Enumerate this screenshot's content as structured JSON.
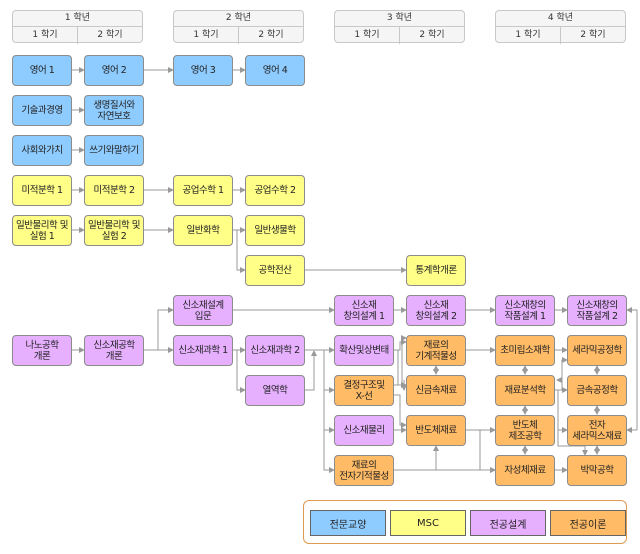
{
  "headers": [
    {
      "year": "1 학년",
      "semesters": [
        "1 학기",
        "2 학기"
      ]
    },
    {
      "year": "2 학년",
      "semesters": [
        "1 학기",
        "2 학기"
      ]
    },
    {
      "year": "3 학년",
      "semesters": [
        "1 학기",
        "2 학기"
      ]
    },
    {
      "year": "4 학년",
      "semesters": [
        "1 학기",
        "2 학기"
      ]
    }
  ],
  "colors": {
    "전문교양": "#8ecbff",
    "MSC": "#ffff88",
    "전공설계": "#e6b0ff",
    "전공이론": "#ffbb66",
    "connector": "#999999"
  },
  "courses": {
    "eng1": {
      "label": "영어 1",
      "category": "전문교양"
    },
    "eng2": {
      "label": "영어 2",
      "category": "전문교양"
    },
    "eng3": {
      "label": "영어 3",
      "category": "전문교양"
    },
    "eng4": {
      "label": "영어 4",
      "category": "전문교양"
    },
    "tech": {
      "label": "기술과경영",
      "category": "전문교양"
    },
    "life": {
      "label": "생명질서와\n자연보호",
      "category": "전문교양"
    },
    "soc": {
      "label": "사회와가치",
      "category": "전문교양"
    },
    "write": {
      "label": "쓰기와말하기",
      "category": "전문교양"
    },
    "calc1": {
      "label": "미적분학 1",
      "category": "MSC"
    },
    "calc2": {
      "label": "미적분학 2",
      "category": "MSC"
    },
    "engm1": {
      "label": "공업수학 1",
      "category": "MSC"
    },
    "engm2": {
      "label": "공업수학 2",
      "category": "MSC"
    },
    "phys1": {
      "label": "일반물리학 및\n실험 1",
      "category": "MSC"
    },
    "phys2": {
      "label": "일반물리학 및\n실험 2",
      "category": "MSC"
    },
    "chem": {
      "label": "일반화학",
      "category": "MSC"
    },
    "bio": {
      "label": "일반생물학",
      "category": "MSC"
    },
    "comp": {
      "label": "공학전산",
      "category": "MSC"
    },
    "stat": {
      "label": "통계학개론",
      "category": "MSC"
    },
    "nano": {
      "label": "나노공학\n개론",
      "category": "전공설계"
    },
    "nmintro": {
      "label": "신소재공학\n개론",
      "category": "전공설계"
    },
    "design_intro": {
      "label": "신소재설계\n입문",
      "category": "전공설계"
    },
    "nms1": {
      "label": "신소재과학 1",
      "category": "전공설계"
    },
    "nms2": {
      "label": "신소재과학 2",
      "category": "전공설계"
    },
    "thermo": {
      "label": "열역학",
      "category": "전공설계"
    },
    "creative1": {
      "label": "신소재\n창의설계 1",
      "category": "전공설계"
    },
    "creative2": {
      "label": "신소재\n창의설계 2",
      "category": "전공설계"
    },
    "capstone1": {
      "label": "신소재창의\n작품설계 1",
      "category": "전공설계"
    },
    "capstone2": {
      "label": "신소재창의\n작품설계 2",
      "category": "전공설계"
    },
    "diffusion": {
      "label": "확산및상변태",
      "category": "전공설계"
    },
    "crystal": {
      "label": "결정구조및\nX-선",
      "category": "전공이론"
    },
    "matphys": {
      "label": "신소재물리",
      "category": "전공설계"
    },
    "elecprop": {
      "label": "재료의\n전자기적물성",
      "category": "전공이론"
    },
    "mechprop": {
      "label": "재료의\n기계적물성",
      "category": "전공이론"
    },
    "metal": {
      "label": "신금속재료",
      "category": "전공이론"
    },
    "semimat": {
      "label": "반도체재료",
      "category": "전공이론"
    },
    "micro": {
      "label": "초미립소재학",
      "category": "전공이론"
    },
    "analysis": {
      "label": "재료분석학",
      "category": "전공이론"
    },
    "semifab": {
      "label": "반도체\n제조공학",
      "category": "전공이론"
    },
    "magnetic": {
      "label": "자성체재료",
      "category": "전공이론"
    },
    "ceramproc": {
      "label": "세라믹공정학",
      "category": "전공이론"
    },
    "metalproc": {
      "label": "금속공정학",
      "category": "전공이론"
    },
    "elecceram": {
      "label": "전자\n세라믹스재료",
      "category": "전공이론"
    },
    "thinfilm": {
      "label": "박막공학",
      "category": "전공이론"
    }
  },
  "legend": [
    {
      "label": "전문교양",
      "category": "전문교양"
    },
    {
      "label": "MSC",
      "category": "MSC"
    },
    {
      "label": "전공설계",
      "category": "전공설계"
    },
    {
      "label": "전공이론",
      "category": "전공이론"
    }
  ]
}
